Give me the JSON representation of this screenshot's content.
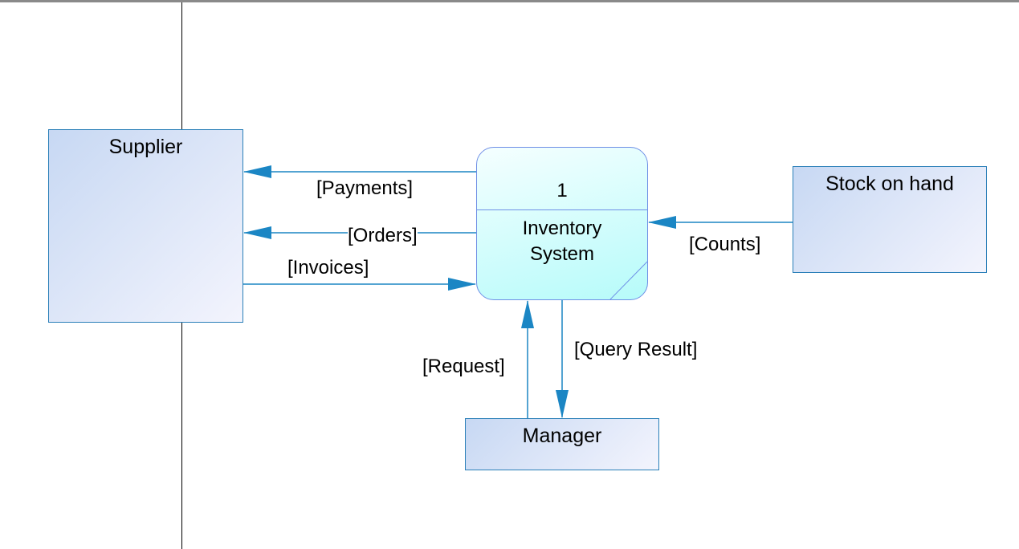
{
  "entities": {
    "supplier": "Supplier",
    "stock": "Stock on hand",
    "manager": "Manager"
  },
  "process": {
    "id": "1",
    "name": "Inventory\nSystem"
  },
  "flows": {
    "payments": "[Payments]",
    "orders": "[Orders]",
    "invoices": "[Invoices]",
    "counts": "[Counts]",
    "request": "[Request]",
    "query_result": "[Query Result]"
  },
  "colors": {
    "arrow": "#1b86c4",
    "border": "#2a7fb8"
  }
}
